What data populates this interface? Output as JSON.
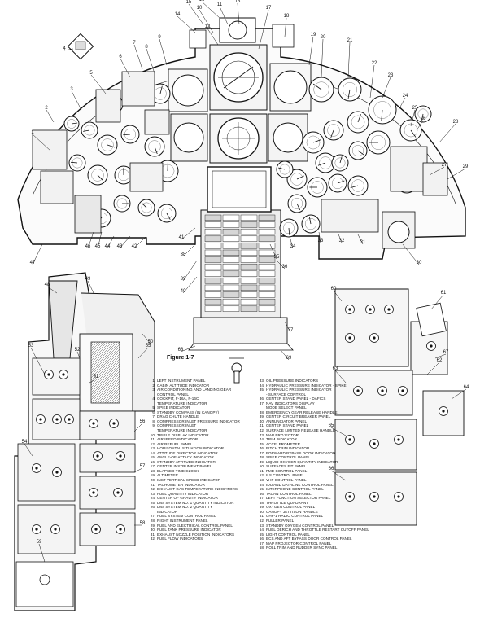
{
  "figure_label": "Figure 1-7",
  "callouts": [
    "1",
    "2",
    "3",
    "4",
    "5",
    "6",
    "7",
    "8",
    "9",
    "10",
    "11",
    "12",
    "13",
    "14",
    "15",
    "16",
    "17",
    "18",
    "19",
    "20",
    "21",
    "22",
    "23",
    "24",
    "25",
    "26",
    "27",
    "28",
    "29",
    "30",
    "31",
    "32",
    "33",
    "34",
    "35",
    "36",
    "37",
    "38",
    "39",
    "40",
    "41",
    "42",
    "43",
    "44",
    "45",
    "46",
    "47",
    "48",
    "49",
    "50",
    "51",
    "52",
    "53",
    "54",
    "55",
    "56",
    "57",
    "58",
    "59",
    "60",
    "61",
    "62",
    "63",
    "64",
    "65",
    "66",
    "67",
    "68",
    "69"
  ],
  "legend": [
    {
      "n": "1",
      "label": "LEFT INSTRUMENT PANEL"
    },
    {
      "n": "2",
      "label": "CABIN ALTITUDE INDICATOR"
    },
    {
      "n": "3",
      "label": "AIR CONDITIONING AND LANDING GEAR"
    },
    {
      "n": "",
      "label": "CONTROL PANEL"
    },
    {
      "n": "4",
      "label": "COCKPIT, F-16A, F-16C"
    },
    {
      "n": "",
      "label": "TEMPERATURE INDICATOR"
    },
    {
      "n": "5",
      "label": "SPIKE INDICATOR"
    },
    {
      "n": "6",
      "label": "STANDBY COMPASS (IN CANOPY)"
    },
    {
      "n": "7",
      "label": "DRAG CHUTE HANDLE"
    },
    {
      "n": "8",
      "label": "COMPRESSOR INLET PRESSURE INDICATOR"
    },
    {
      "n": "9",
      "label": "COMPRESSOR INLET"
    },
    {
      "n": "",
      "label": "TEMPERATURE INDICATOR"
    },
    {
      "n": "10",
      "label": "TRIPLE DISPLAY INDICATOR"
    },
    {
      "n": "11",
      "label": "AIRSPEED INDICATOR"
    },
    {
      "n": "12",
      "label": "AIR REFUEL PANEL"
    },
    {
      "n": "13",
      "label": "HORIZONTAL SITUATION INDICATOR"
    },
    {
      "n": "14",
      "label": "ATTITUDE DIRECTOR INDICATOR"
    },
    {
      "n": "15",
      "label": "ANGLE-OF-ATTACK INDICATOR"
    },
    {
      "n": "16",
      "label": "STANDBY ATTITUDE INDICATOR"
    },
    {
      "n": "17",
      "label": "CENTER INSTRUMENT PANEL"
    },
    {
      "n": "18",
      "label": "ELAPSED TIME CLOCK"
    },
    {
      "n": "19",
      "label": "ALTIMETER"
    },
    {
      "n": "20",
      "label": "INST VERTICAL SPEED INDICATOR"
    },
    {
      "n": "21",
      "label": "TACHOMETER INDICATOR"
    },
    {
      "n": "22",
      "label": "EXHAUST GAS TEMPERATURE INDICATORS"
    },
    {
      "n": "23",
      "label": "FUEL QUANTITY INDICATOR"
    },
    {
      "n": "24",
      "label": "CENTER OF GRAVITY INDICATOR"
    },
    {
      "n": "25",
      "label": "LNS SYSTEM NO. 1 QUANTITY INDICATOR"
    },
    {
      "n": "26",
      "label": "LNS SYSTEM NO. 2 QUANTITY"
    },
    {
      "n": "",
      "label": "INDICATOR"
    },
    {
      "n": "27",
      "label": "FUEL SYSTEM CONTROL PANEL"
    },
    {
      "n": "28",
      "label": "RIGHT INSTRUMENT PANEL"
    },
    {
      "n": "29",
      "label": "FUEL AND ELECTRICAL CONTROL PANEL"
    },
    {
      "n": "30",
      "label": "FUEL TANK PRESSURE INDICATOR"
    },
    {
      "n": "31",
      "label": "EXHAUST NOZZLE POSITION INDICATORS"
    },
    {
      "n": "32",
      "label": "FUEL FLOW INDICATORS"
    },
    {
      "n": "33",
      "label": "OIL PRESSURE INDICATORS"
    },
    {
      "n": "34",
      "label": "HYDRAULIC PRESSURE INDICATOR - SPIKE"
    },
    {
      "n": "35",
      "label": "HYDRAULIC PRESSURE INDICATOR"
    },
    {
      "n": "",
      "label": "- SURFACE CONTROL"
    },
    {
      "n": "36",
      "label": "CENTER STAND PANEL - DAFICS"
    },
    {
      "n": "37",
      "label": "NAV INDICATORS DISPLAY"
    },
    {
      "n": "",
      "label": "MODE SELECT PANEL"
    },
    {
      "n": "38",
      "label": "EMERGENCY GEAR RELEASE HANDLE"
    },
    {
      "n": "39",
      "label": "CENTER CIRCUIT BREAKER PANEL"
    },
    {
      "n": "40",
      "label": "ANNUNCIATOR PANEL"
    },
    {
      "n": "41",
      "label": "CENTER STAND PANEL"
    },
    {
      "n": "42",
      "label": "SURFACE LIMITED RELEASE HANDLE"
    },
    {
      "n": "43",
      "label": "MAP PROJECTOR"
    },
    {
      "n": "44",
      "label": "TRIM INDICATOR"
    },
    {
      "n": "45",
      "label": "ACCELEROMETER"
    },
    {
      "n": "46",
      "label": "PITCH TRIM INDICATOR"
    },
    {
      "n": "47",
      "label": "FORWARD BYPASS DOOR INDICATOR"
    },
    {
      "n": "48",
      "label": "SPIKE CONTROL PANEL"
    },
    {
      "n": "49",
      "label": "LIQUID OXYGEN QUANTITY INDICATOR"
    },
    {
      "n": "50",
      "label": "SURFACES FIT PANEL"
    },
    {
      "n": "51",
      "label": "FMD CONTROL PANEL"
    },
    {
      "n": "52",
      "label": "ILS CONTROL PANEL"
    },
    {
      "n": "53",
      "label": "VHF CONTROL PANEL"
    },
    {
      "n": "54",
      "label": "IDU AND DATALINK CONTROL PANEL"
    },
    {
      "n": "55",
      "label": "INTERPHONE CONTROL PANEL"
    },
    {
      "n": "56",
      "label": "TACAN CONTROL PANEL"
    },
    {
      "n": "57",
      "label": "LEFT FUNCTION SELECTOR PANEL"
    },
    {
      "n": "58",
      "label": "THROTTLE QUADRANT"
    },
    {
      "n": "59",
      "label": "OXYGEN CONTROL PANEL"
    },
    {
      "n": "60",
      "label": "CANOPY JETTISON HANDLE"
    },
    {
      "n": "61",
      "label": "UHF-1 RADIO CONTROL PANEL"
    },
    {
      "n": "62",
      "label": "FULLER PANEL"
    },
    {
      "n": "63",
      "label": "STANDBY OXYGEN CONTROL PANEL"
    },
    {
      "n": "64",
      "label": "FUEL DERICH AND THROTTLE RESTART CUTOFF PANEL"
    },
    {
      "n": "65",
      "label": "LIGHT CONTROL PANEL"
    },
    {
      "n": "66",
      "label": "ECS AND AFT BYPASS DOOR CONTROL PANEL"
    },
    {
      "n": "67",
      "label": "MAP PROJECTOR CONTROL PANEL"
    },
    {
      "n": "68",
      "label": "ROLL TRIM AND RUDDER SYNC PANEL"
    }
  ]
}
